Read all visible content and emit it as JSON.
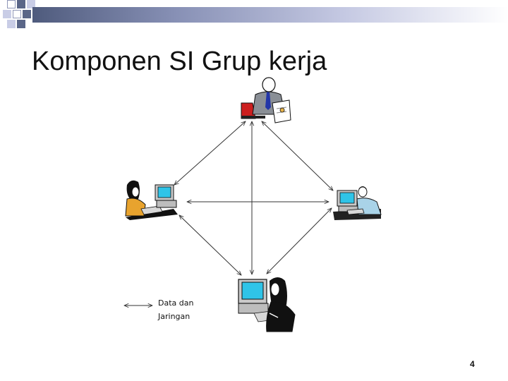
{
  "slide": {
    "title": "Komponen SI Grup kerja",
    "page_number": "4"
  },
  "legend": {
    "line1": "Data dan",
    "line2": "Jaringan"
  },
  "nodes": [
    {
      "name": "manager-workstation",
      "icon": "businessman-at-desk-icon"
    },
    {
      "name": "left-workstation",
      "icon": "woman-at-computer-icon"
    },
    {
      "name": "right-workstation",
      "icon": "man-at-computer-icon"
    },
    {
      "name": "bottom-workstation",
      "icon": "woman-at-computer-icon"
    }
  ],
  "colors": {
    "accent_dark": "#5a6688",
    "accent_light": "#c9cde6",
    "monitor_screen": "#2fc4e8",
    "folder_red": "#cc1f1f"
  }
}
